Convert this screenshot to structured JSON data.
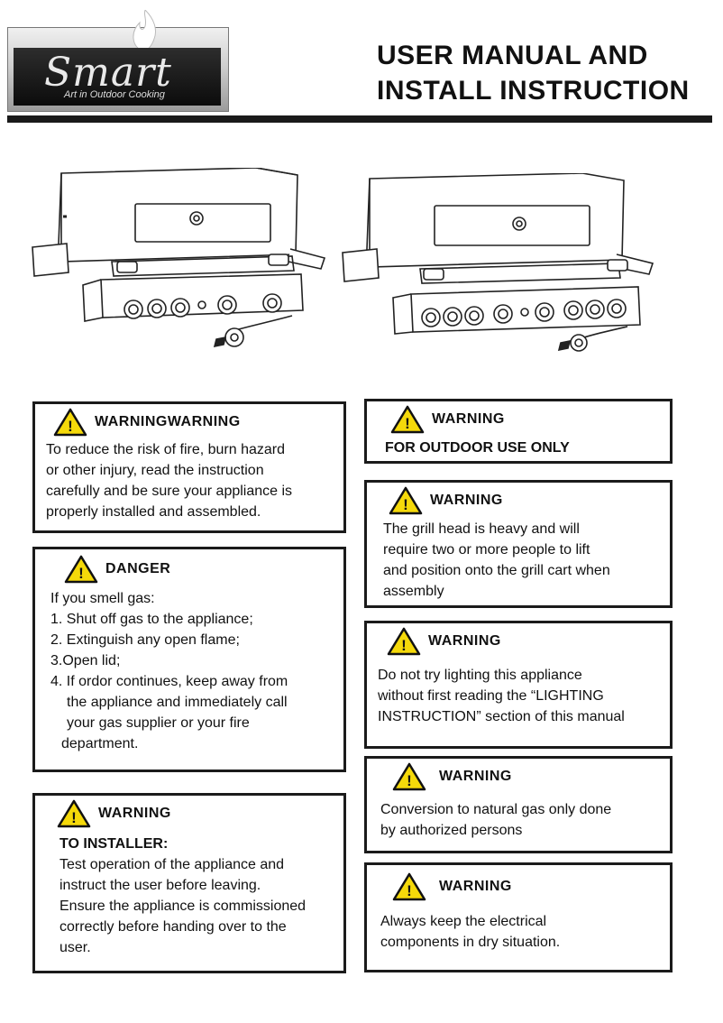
{
  "header": {
    "logo": {
      "script": "Smart",
      "tagline": "Art in Outdoor Cooking"
    },
    "title_line1": "USER MANUAL AND",
    "title_line2": "INSTALL INSTRUCTION"
  },
  "icons": {
    "warning": "warning-triangle-icon",
    "flame": "flame-icon"
  },
  "colors": {
    "warning_yellow": "#f5d90a",
    "rule": "#1a1a1a"
  },
  "notices": {
    "fire_risk": {
      "label": "WARNINGWARNING",
      "lines": [
        "To reduce the risk of fire, burn hazard",
        "or other injury, read the instruction",
        "carefully and be sure your appliance is",
        "properly installed and assembled."
      ]
    },
    "outdoor": {
      "label": "WARNING",
      "lines": [
        "FOR OUTDOOR USE ONLY"
      ]
    },
    "heavy": {
      "label": "WARNING",
      "lines": [
        "The grill head is heavy and will",
        "require two or more people to lift",
        "and position onto the grill cart when",
        "assembly"
      ]
    },
    "danger": {
      "label": "DANGER",
      "lines": [
        "If you smell gas:",
        "1. Shut off gas to the appliance;",
        "2. Extinguish any open flame;",
        "3.Open lid;",
        "4. If ordor continues, keep away from",
        "the appliance and immediately call",
        "your gas supplier or your fire",
        "department."
      ]
    },
    "lighting": {
      "label": "WARNING",
      "lines": [
        "Do not try lighting this appliance",
        "without first reading the “LIGHTING",
        "INSTRUCTION” section of this manual"
      ]
    },
    "conversion": {
      "label": "WARNING",
      "lines": [
        "Conversion to natural gas only done",
        "by authorized persons"
      ]
    },
    "installer": {
      "label": "WARNING",
      "subhead": "TO INSTALLER:",
      "lines": [
        "Test operation of the appliance and",
        "instruct the  user before leaving.",
        "Ensure the appliance is commissioned",
        "correctly before handing over to the",
        "user."
      ]
    },
    "electrical": {
      "label": "WARNING",
      "lines": [
        "Always keep the electrical",
        "components in dry situation."
      ]
    }
  }
}
